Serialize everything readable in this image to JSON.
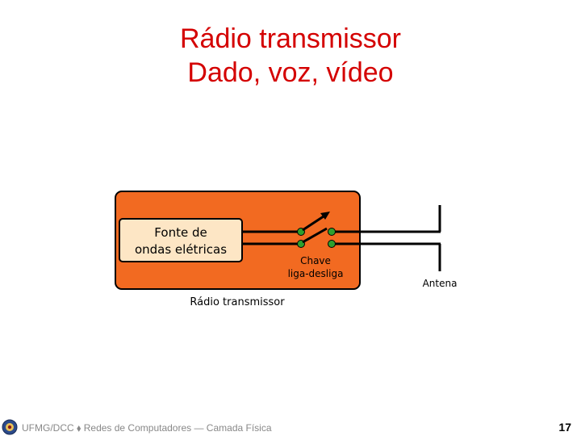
{
  "title": {
    "line1": "Rádio transmissor",
    "line2": "Dado, voz, vídeo"
  },
  "diagram": {
    "source_label_line1": "Fonte de",
    "source_label_line2": "ondas elétricas",
    "switch_label_line1": "Chave",
    "switch_label_line2": "liga-desliga",
    "antenna_label": "Antena",
    "transmitter_label": "Rádio transmissor",
    "colors": {
      "box_fill": "#f26a21",
      "source_fill": "#fde6c5",
      "node_green": "#2ea02e",
      "line": "#000000",
      "title_red": "#d40000"
    }
  },
  "footer": {
    "text": "UFMG/DCC ⬧ Redes de Computadores — Camada Física",
    "page": "17",
    "logo_icon": "ufmg-logo-icon"
  }
}
